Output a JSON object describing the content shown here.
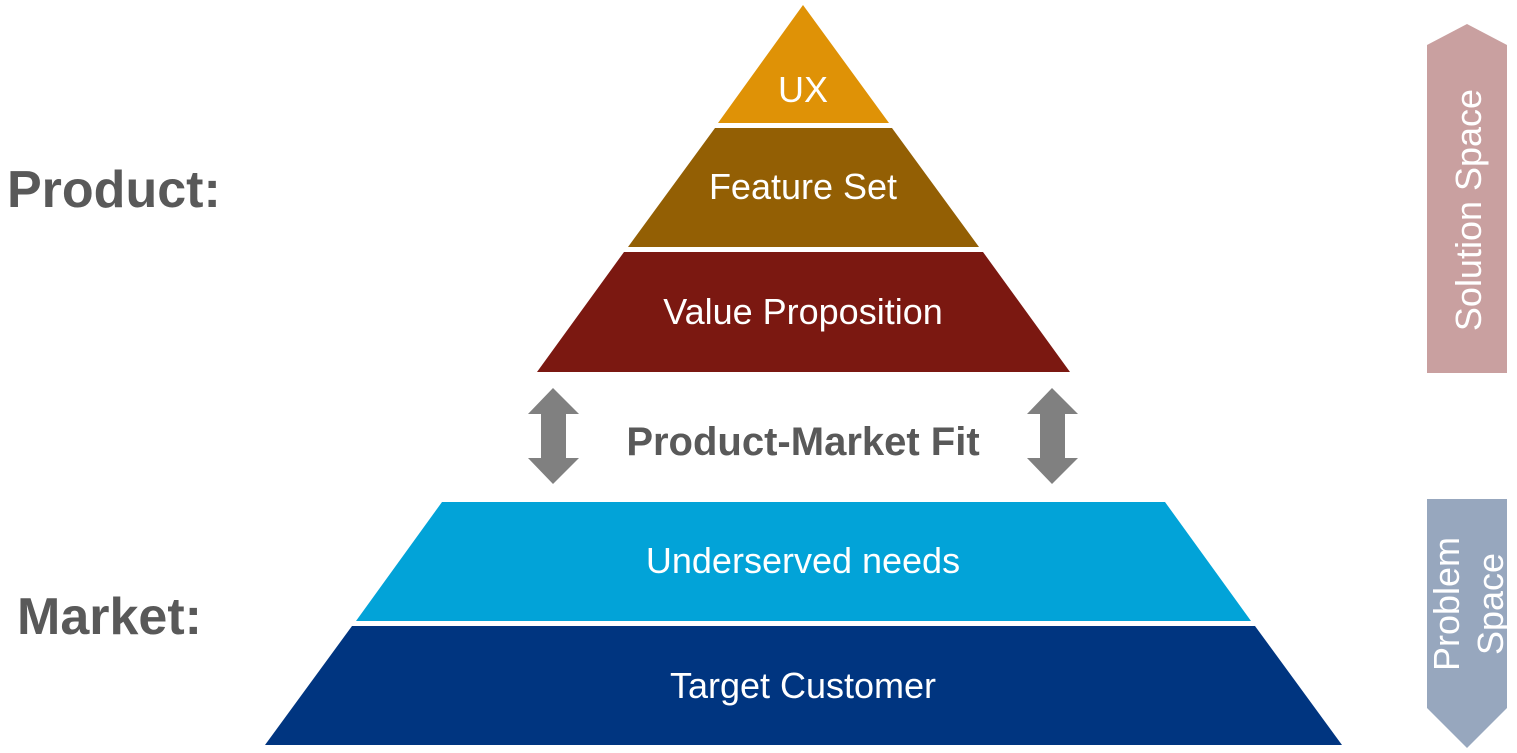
{
  "side_labels": {
    "product": "Product:",
    "market": "Market:"
  },
  "pyramid": {
    "product_levels": [
      {
        "label": "UX",
        "color": "#DF9206"
      },
      {
        "label": "Feature Set",
        "color": "#935F04"
      },
      {
        "label": "Value Proposition",
        "color": "#7B1811"
      }
    ],
    "market_levels": [
      {
        "label": "Underserved needs",
        "color": "#02A3D8"
      },
      {
        "label": "Target Customer",
        "color": "#003580"
      }
    ]
  },
  "fit": {
    "label": "Product-Market Fit",
    "arrow_color": "#808080"
  },
  "spaces": {
    "solution": {
      "label": "Solution Space",
      "color": "#C9A0A0"
    },
    "problem": {
      "line1": "Problem",
      "line2": "Space",
      "color": "#97A7BE"
    }
  }
}
